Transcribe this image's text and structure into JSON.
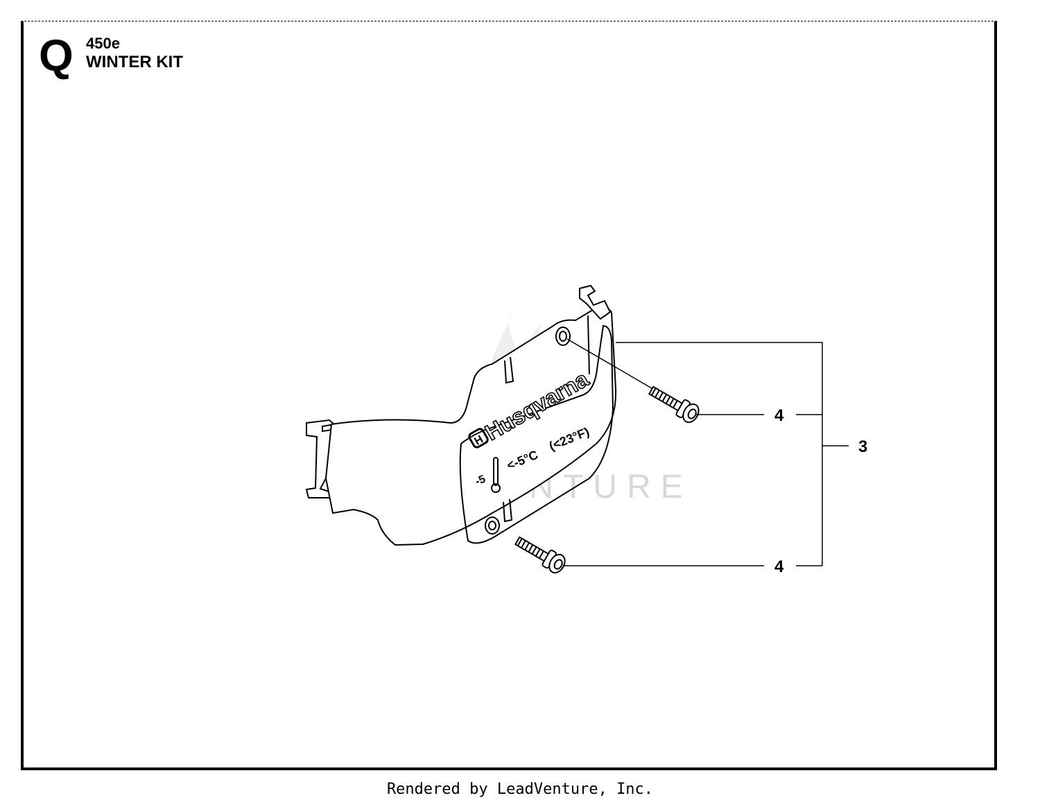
{
  "header": {
    "section_letter": "Q",
    "model": "450e",
    "kit_title": "WINTER KIT"
  },
  "cover": {
    "brand": "Husqvarna",
    "temp_c": "<-5°C",
    "temp_f": "(<23°F)",
    "temp_scale": "-5"
  },
  "callouts": {
    "screw_top": "4",
    "screw_bottom": "4",
    "kit_assembly": "3"
  },
  "watermark": {
    "text": "LEADVENTURE"
  },
  "footer": {
    "text": "Rendered by LeadVenture, Inc."
  }
}
